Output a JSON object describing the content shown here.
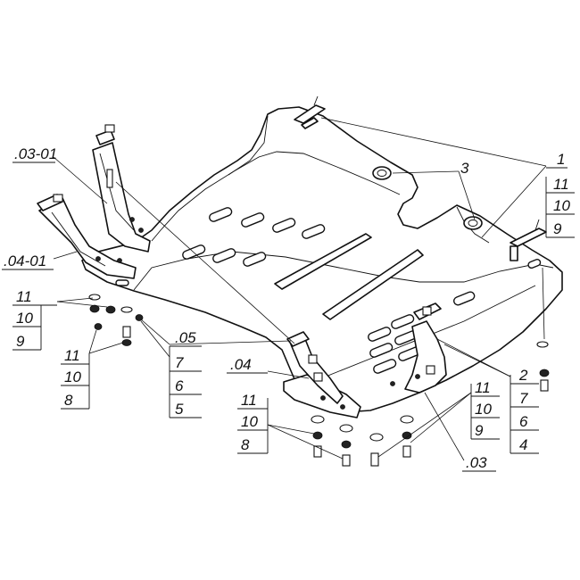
{
  "labels": {
    "l_0301": ".03-01",
    "l_0401": ".04-01",
    "l_1": "1",
    "l_3": "3",
    "l_r11a": "11",
    "l_r10a": "10",
    "l_r9a": "9",
    "l_lf11a": "11",
    "l_lf10a": "10",
    "l_lf9": "9",
    "l_lf11b": "11",
    "l_lf10b": "10",
    "l_lf8": "8",
    "l_05": ".05",
    "l_c7": "7",
    "l_c6": "6",
    "l_c5": "5",
    "l_04": ".04",
    "l_b11": "11",
    "l_b10": "10",
    "l_b8": "8",
    "l_m11": "11",
    "l_m10": "10",
    "l_m9": "9",
    "l_03": ".03",
    "l_r2": "2",
    "l_r7": "7",
    "l_r6": "6",
    "l_r4": "4"
  }
}
